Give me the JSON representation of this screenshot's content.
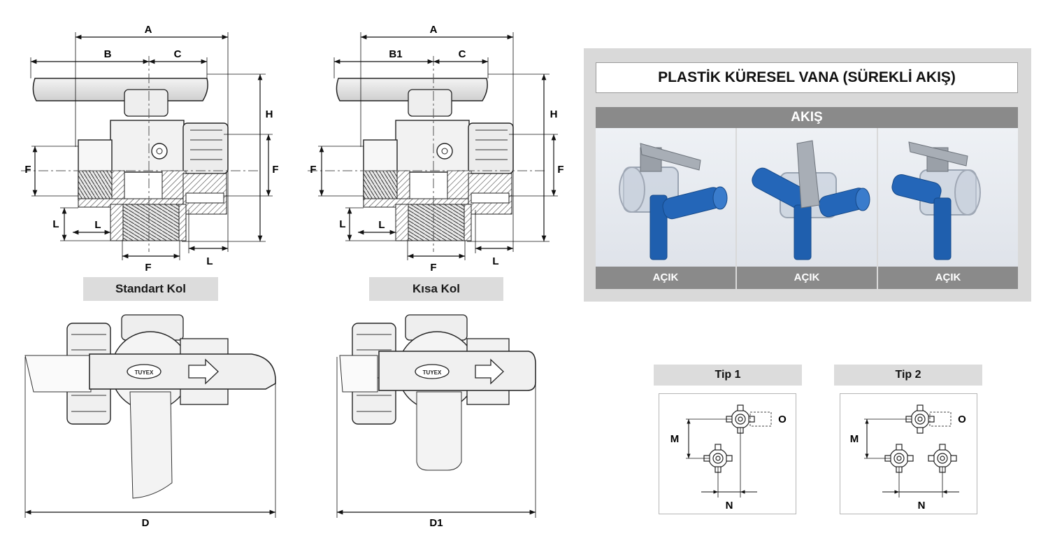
{
  "drawings": {
    "standard": {
      "dims": {
        "a": "A",
        "b": "B",
        "c": "C",
        "h": "H",
        "f": "F",
        "l": "L",
        "d": "D"
      },
      "caption": "Standart Kol",
      "brand": "TUYEX"
    },
    "short": {
      "dims": {
        "a": "A",
        "b": "B1",
        "c": "C",
        "h": "H",
        "f": "F",
        "l": "L",
        "d": "D1"
      },
      "caption": "Kısa Kol",
      "brand": "TUYEX"
    }
  },
  "flow_panel": {
    "title": "PLASTİK KÜRESEL VANA (SÜREKLİ AKIŞ)",
    "header": "AKIŞ",
    "cells": [
      {
        "label": "AÇIK"
      },
      {
        "label": "AÇIK"
      },
      {
        "label": "AÇIK"
      }
    ]
  },
  "types": [
    {
      "title": "Tip 1",
      "dims": {
        "o": "O",
        "m": "M",
        "n": "N"
      }
    },
    {
      "title": "Tip 2",
      "dims": {
        "o": "O",
        "m": "M",
        "n": "N"
      }
    }
  ],
  "colors": {
    "valve_blue": "#1f5fae",
    "grey": "#8a8a8a",
    "panel": "#d9d9d9"
  }
}
